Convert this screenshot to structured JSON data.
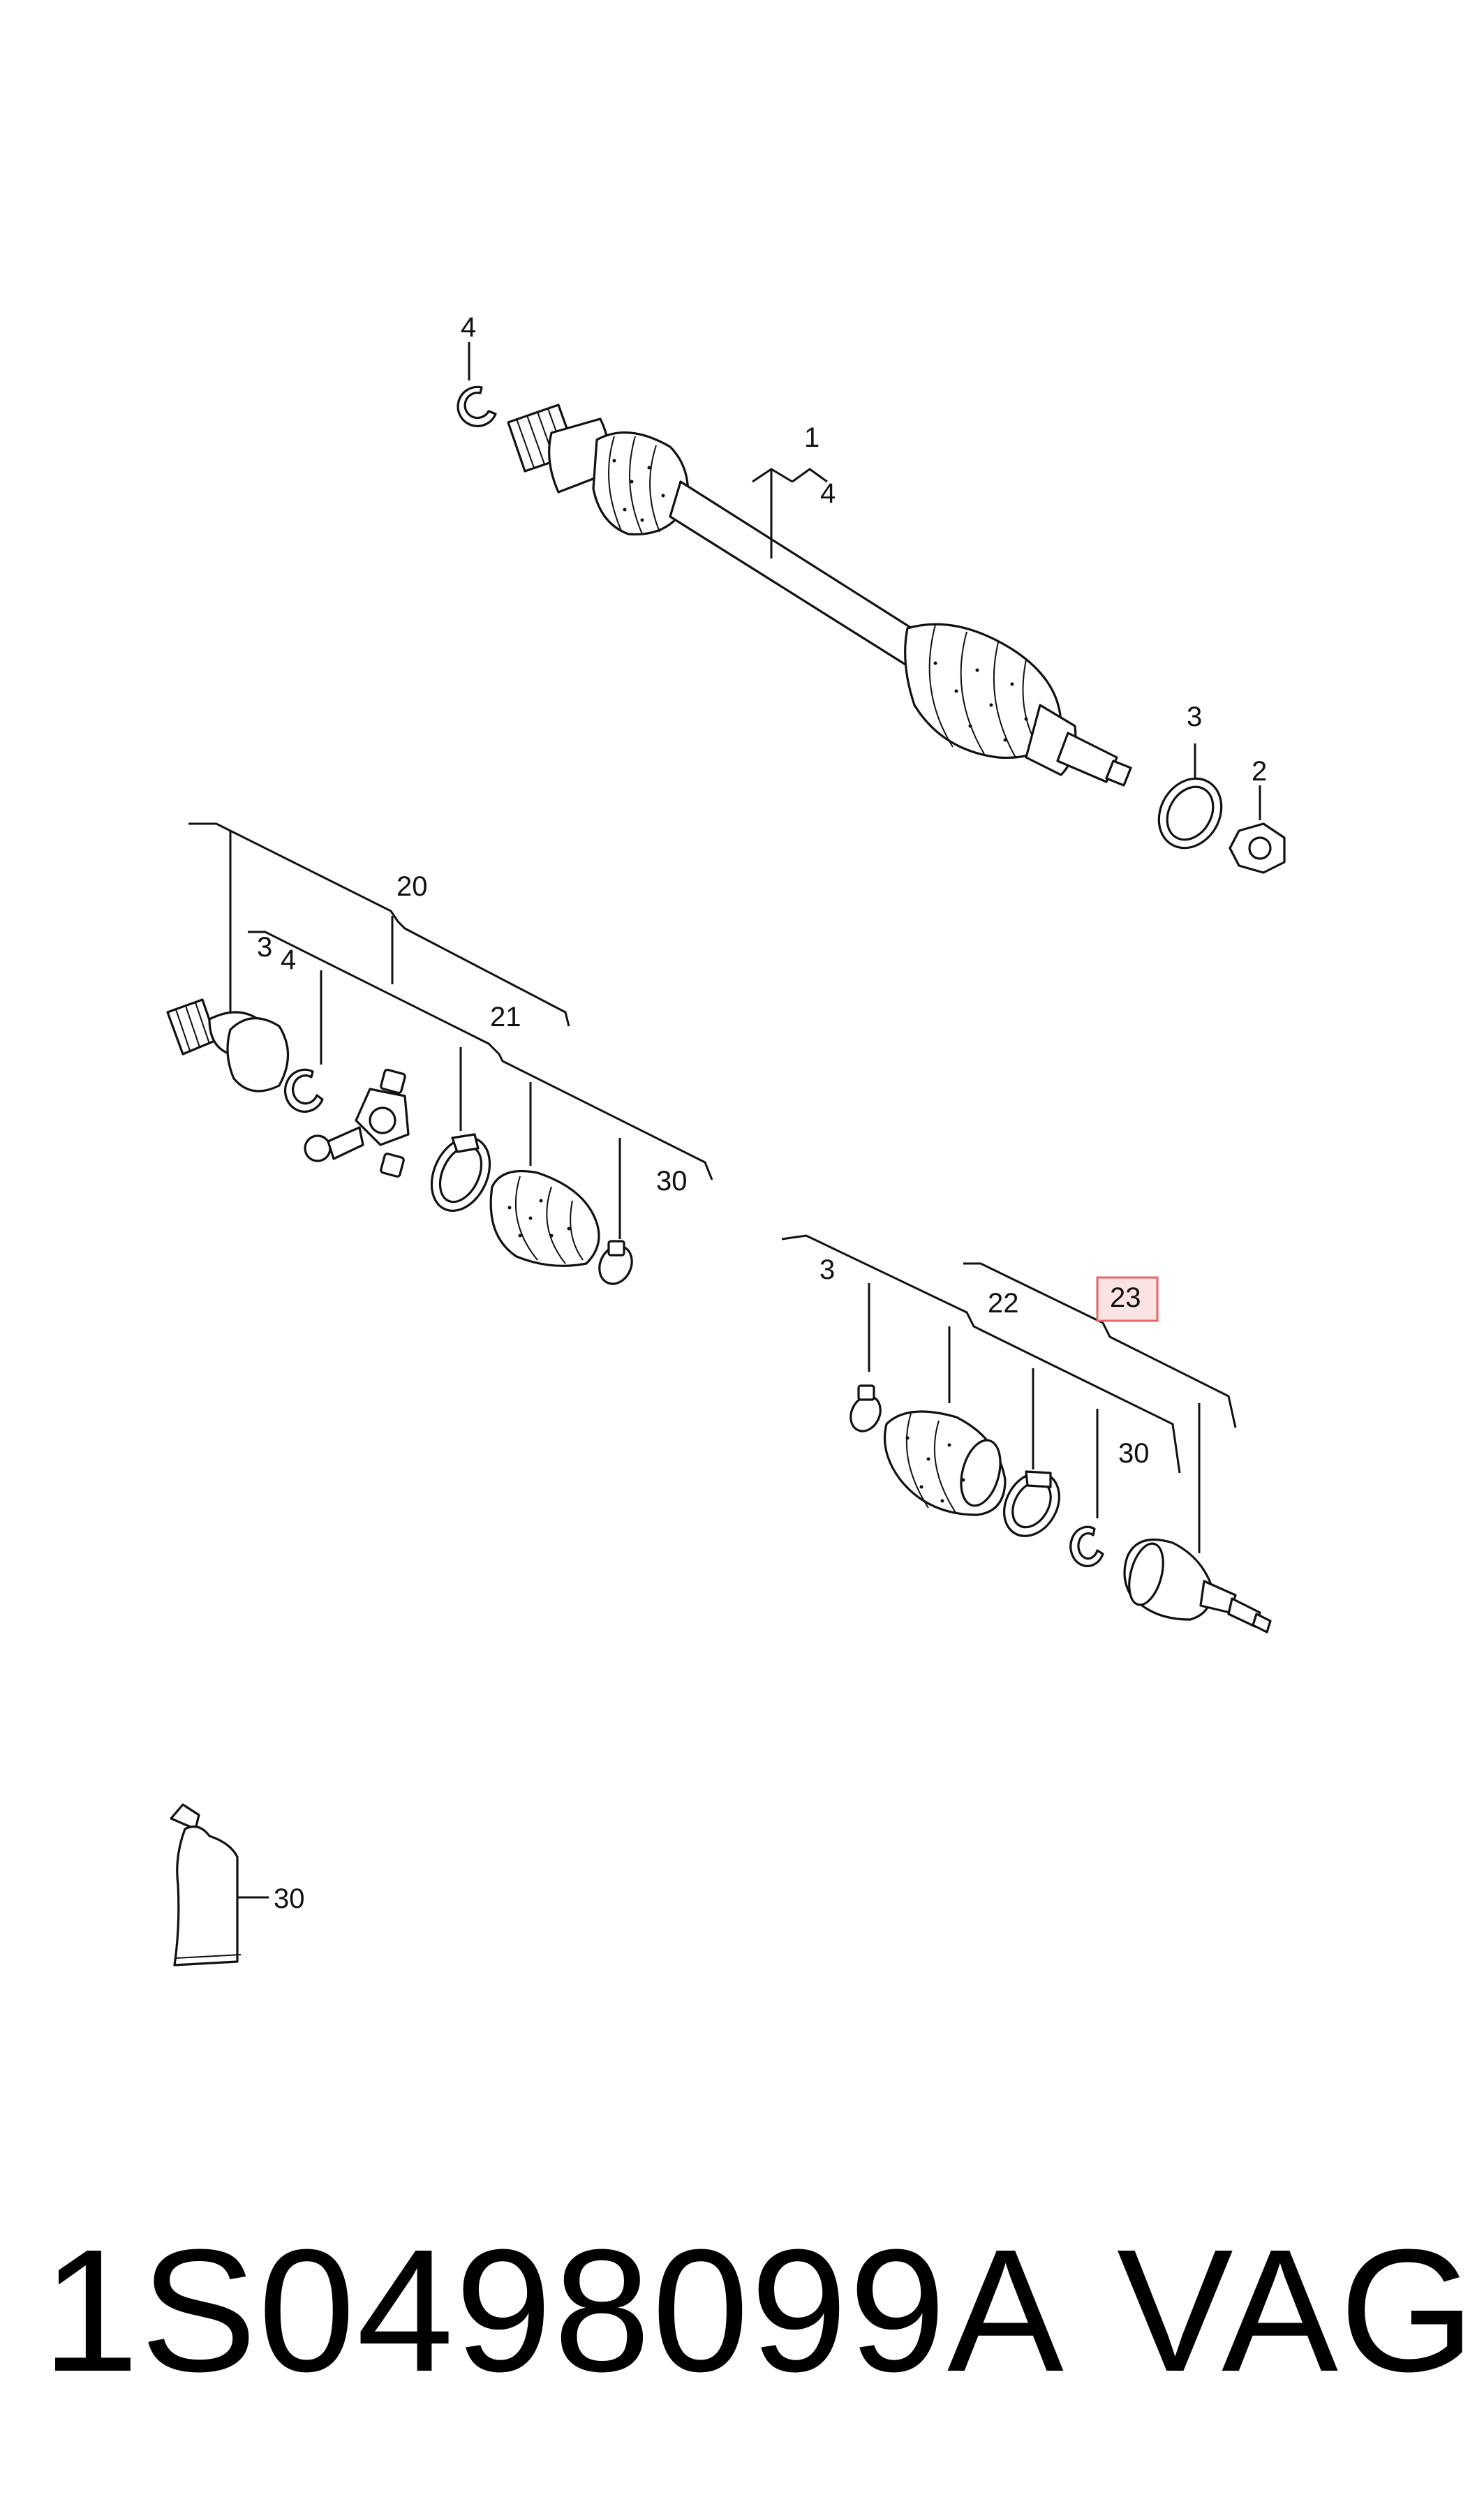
{
  "callouts": {
    "c4_top": "4",
    "c1": "1",
    "c4_bracket": "4",
    "c3_right": "3",
    "c2": "2",
    "c20": "20",
    "c3_left": "3",
    "c4_left": "4",
    "c21": "21",
    "c30_left": "30",
    "c3_lower": "3",
    "c22": "22",
    "c23": "23",
    "c30_lower": "30",
    "c30_tube": "30"
  },
  "highlight": {
    "callout": "23",
    "border_color": "#e06a6a",
    "fill_color": "#fbe3e3"
  },
  "footer": {
    "part_number": "1S0498099A",
    "brand": "VAG"
  }
}
